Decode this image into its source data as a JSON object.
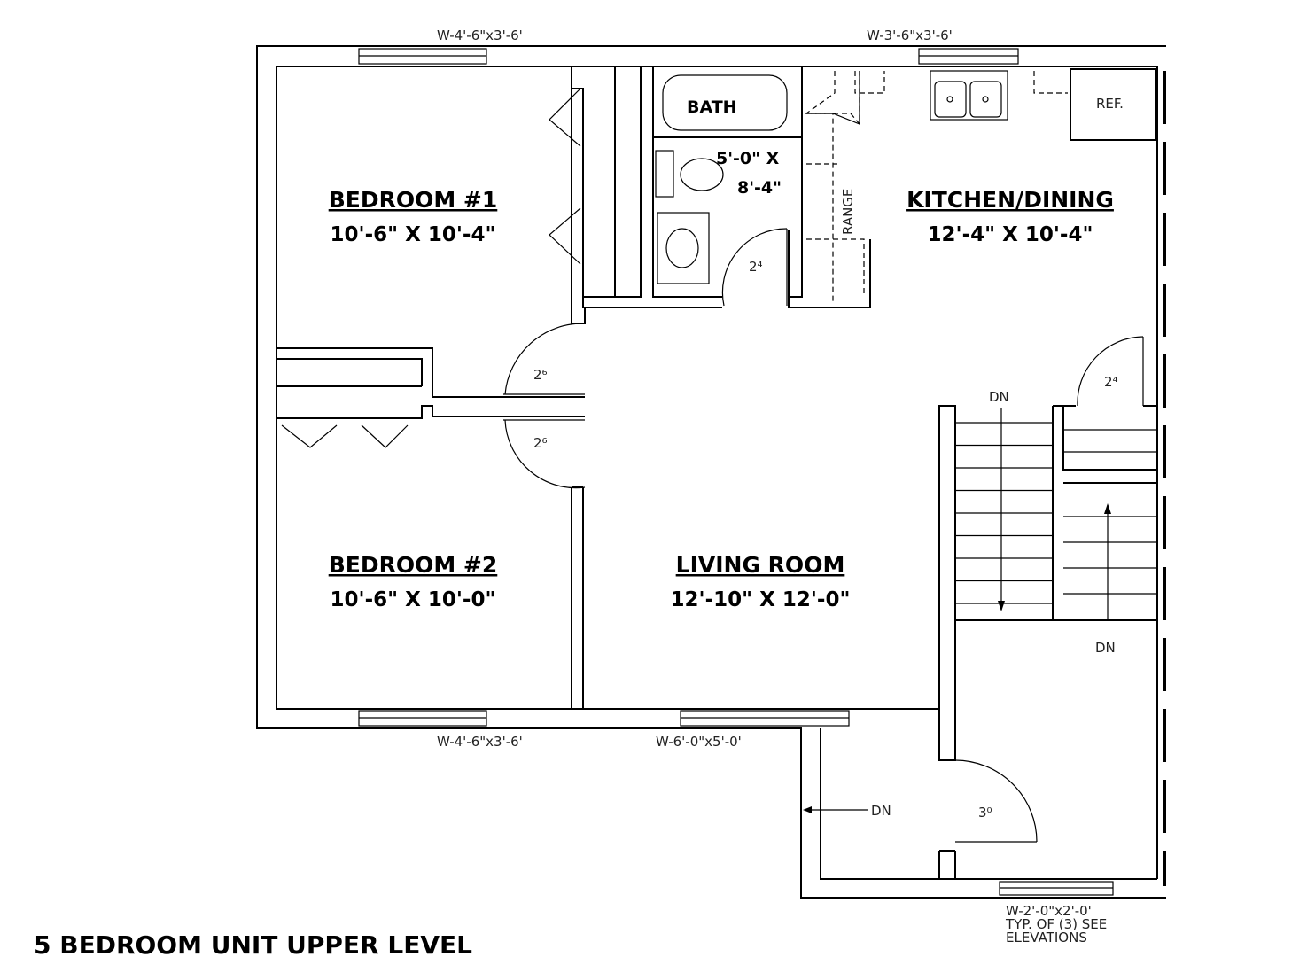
{
  "plan_title": "5 BEDROOM UNIT UPPER LEVEL",
  "rooms": [
    {
      "name": "BEDROOM #1",
      "size": "10'-6\" X 10'-4\""
    },
    {
      "name": "BEDROOM #2",
      "size": "10'-6\" X 10'-0\""
    },
    {
      "name": "LIVING ROOM",
      "size": "12'-10\" X 12'-0\""
    },
    {
      "name": "KITCHEN/DINING",
      "size": "12'-4\" X 10'-4\""
    },
    {
      "name": "BATH",
      "size_line1": "5'-0\" X",
      "size_line2": "8'-4\""
    }
  ],
  "fixtures": {
    "range": "RANGE",
    "ref": "REF."
  },
  "windows": {
    "top_left": "W-4'-6\"x3'-6'",
    "top_right": "W-3'-6\"x3'-6'",
    "bottom_left": "W-4'-6\"x3'-6'",
    "bottom_mid": "W-6'-0\"x5'-0'",
    "bottom_right_line1": "W-2'-0\"x2'-0'",
    "bottom_right_line2": "TYP. OF (3) SEE",
    "bottom_right_line3": "ELEVATIONS"
  },
  "doors": {
    "bath": "2⁴",
    "bed1": "2⁶",
    "bed2": "2⁶",
    "closet": "2⁴",
    "entry": "3⁰"
  },
  "stairs": {
    "dn1": "DN",
    "dn2": "DN",
    "dn3": "DN"
  }
}
